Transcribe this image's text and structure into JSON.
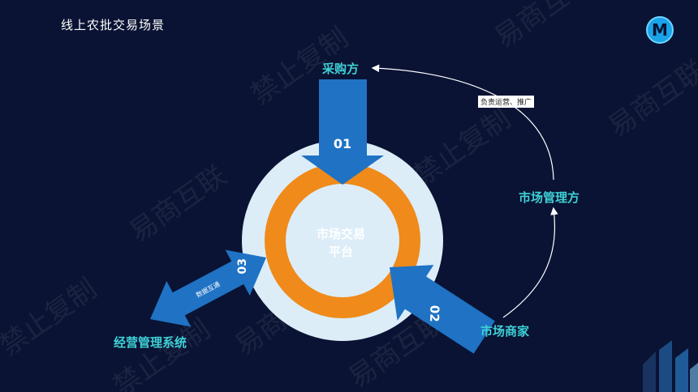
{
  "title": "线上农批交易场景",
  "logo_letter": "M",
  "center": {
    "line1": "市场交易",
    "line2": "平台"
  },
  "parties": {
    "buyer": "采购方",
    "manager": "市场管理方",
    "merchant": "市场商家",
    "system": "经营管理系统"
  },
  "arrows": {
    "a01": "01",
    "a02": "02",
    "a03": "03",
    "data_link": "数据互通"
  },
  "note": "负责运营、推广",
  "watermark": "易商互联 禁止复制",
  "colors": {
    "background": "#0a1333",
    "arrow_blue": "#1f72c4",
    "ring_orange": "#f08a1a",
    "halo": "#dcedf8",
    "label_cyan": "#3fd0d6"
  }
}
